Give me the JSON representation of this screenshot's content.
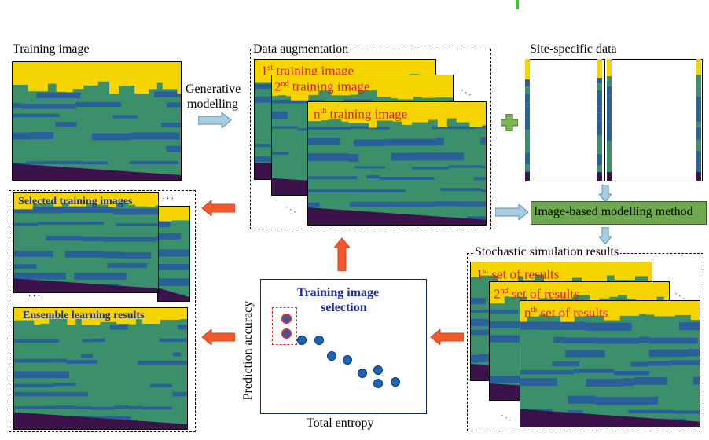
{
  "labels": {
    "training_image": "Training image",
    "generative_1": "Generative",
    "generative_2": "modelling",
    "data_augmentation": "Data augmentation",
    "site_specific": "Site-specific data",
    "image_based": "Image-based modelling method",
    "stochastic": "Stochastic simulation results",
    "selected_training": "Selected training images",
    "ensemble": "Ensemble learning results",
    "ts_title_1": "Training image",
    "ts_title_2": "selection",
    "y_axis": "Prediction accuracy",
    "x_axis": "Total entropy",
    "ellipsis": "· · ·"
  },
  "aug_titles": [
    {
      "sup_base": "1",
      "sup": "st",
      "rest": " training image"
    },
    {
      "sup_base": "2",
      "sup": "nd",
      "rest": " training image"
    },
    {
      "sup_base": "n",
      "sup": "th",
      "rest": " training image"
    }
  ],
  "res_titles": [
    {
      "sup_base": "1",
      "sup": "st",
      "rest": " set of results"
    },
    {
      "sup_base": "2",
      "sup": "nd",
      "rest": " set of results"
    },
    {
      "sup_base": "n",
      "sup": "th",
      "rest": " set of results"
    }
  ],
  "colors": {
    "yellow": "#f5d400",
    "green": "#3b8f6a",
    "blue": "#2a5f9a",
    "purple": "#3b124a",
    "arrow_blue": "#8fb8cf",
    "arrow_orange": "#f25a2c",
    "box_green": "#6ea84f",
    "title_red": "#e01a1a",
    "title_blue": "#1f2fa6"
  }
}
